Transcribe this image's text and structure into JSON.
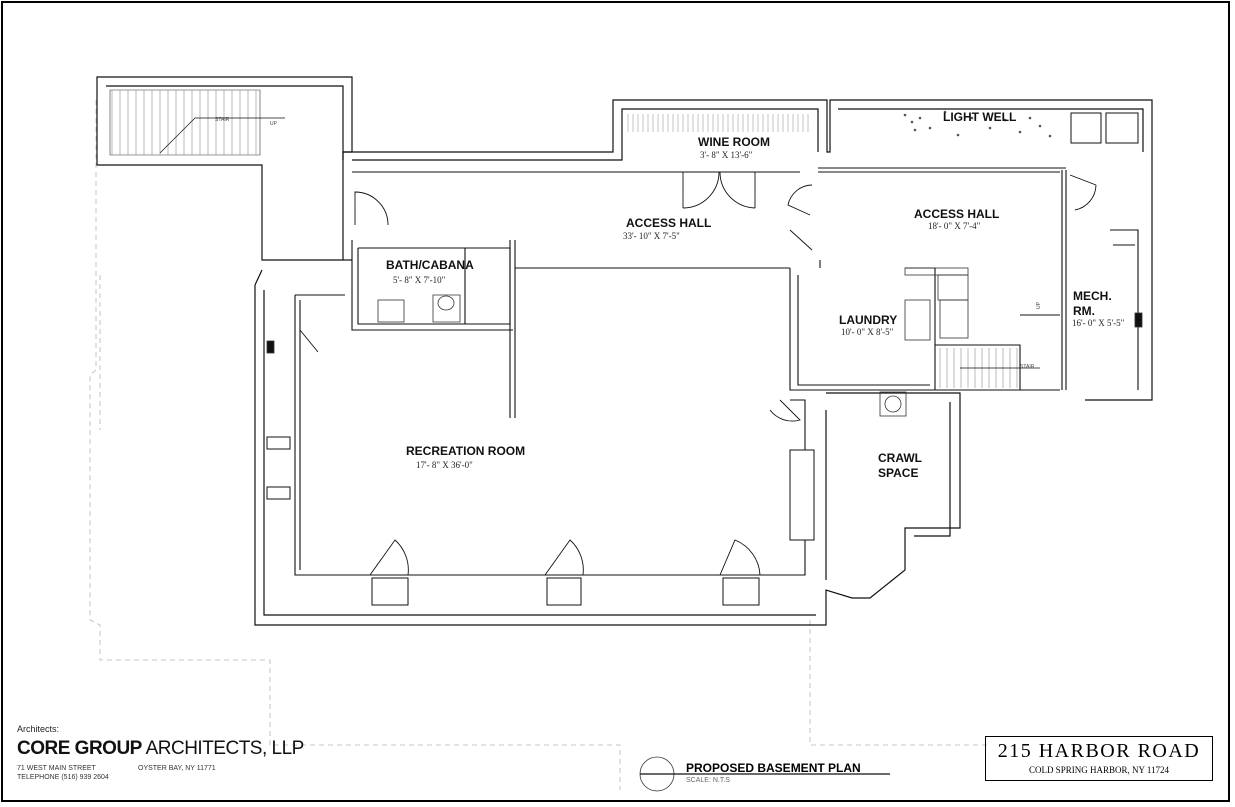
{
  "rooms": [
    {
      "name": "WINE ROOM",
      "dims": "3'- 8\" X 13'-6\""
    },
    {
      "name": "LIGHT WELL",
      "dims": ""
    },
    {
      "name": "ACCESS HALL",
      "dims": "33'- 10\" X 7'-5\""
    },
    {
      "name": "ACCESS HALL",
      "dims": "18'- 0\" X 7'-4\""
    },
    {
      "name": "BATH/CABANA",
      "dims": "5'- 8\" X 7'-10\""
    },
    {
      "name": "LAUNDRY",
      "dims": "10'- 0\" X 8'-5\""
    },
    {
      "name": "MECH.",
      "name2": "RM.",
      "dims": "16'- 0\" X 5'-5\""
    },
    {
      "name": "RECREATION ROOM",
      "dims": "17'- 8\" X 36'-0\""
    },
    {
      "name": "CRAWL",
      "name2": "SPACE",
      "dims": ""
    }
  ],
  "stair_labels": {
    "upper": "STAIR",
    "upper_dir": "UP",
    "lower": "STAIR",
    "lower_dir": "UP"
  },
  "architect": {
    "label": "Architects:",
    "firm_bold": "CORE GROUP",
    "firm_light": " ARCHITECTS, LLP",
    "address": "71 WEST MAIN STREET",
    "city": "OYSTER BAY, NY 11771",
    "phone": "TELEPHONE (516) 939 2604"
  },
  "project": {
    "address": "215 HARBOR ROAD",
    "city": "COLD SPRING HARBOR,  NY 11724"
  },
  "drawing": {
    "title": "PROPOSED BASEMENT PLAN",
    "scale": "SCALE: N.T.S"
  }
}
